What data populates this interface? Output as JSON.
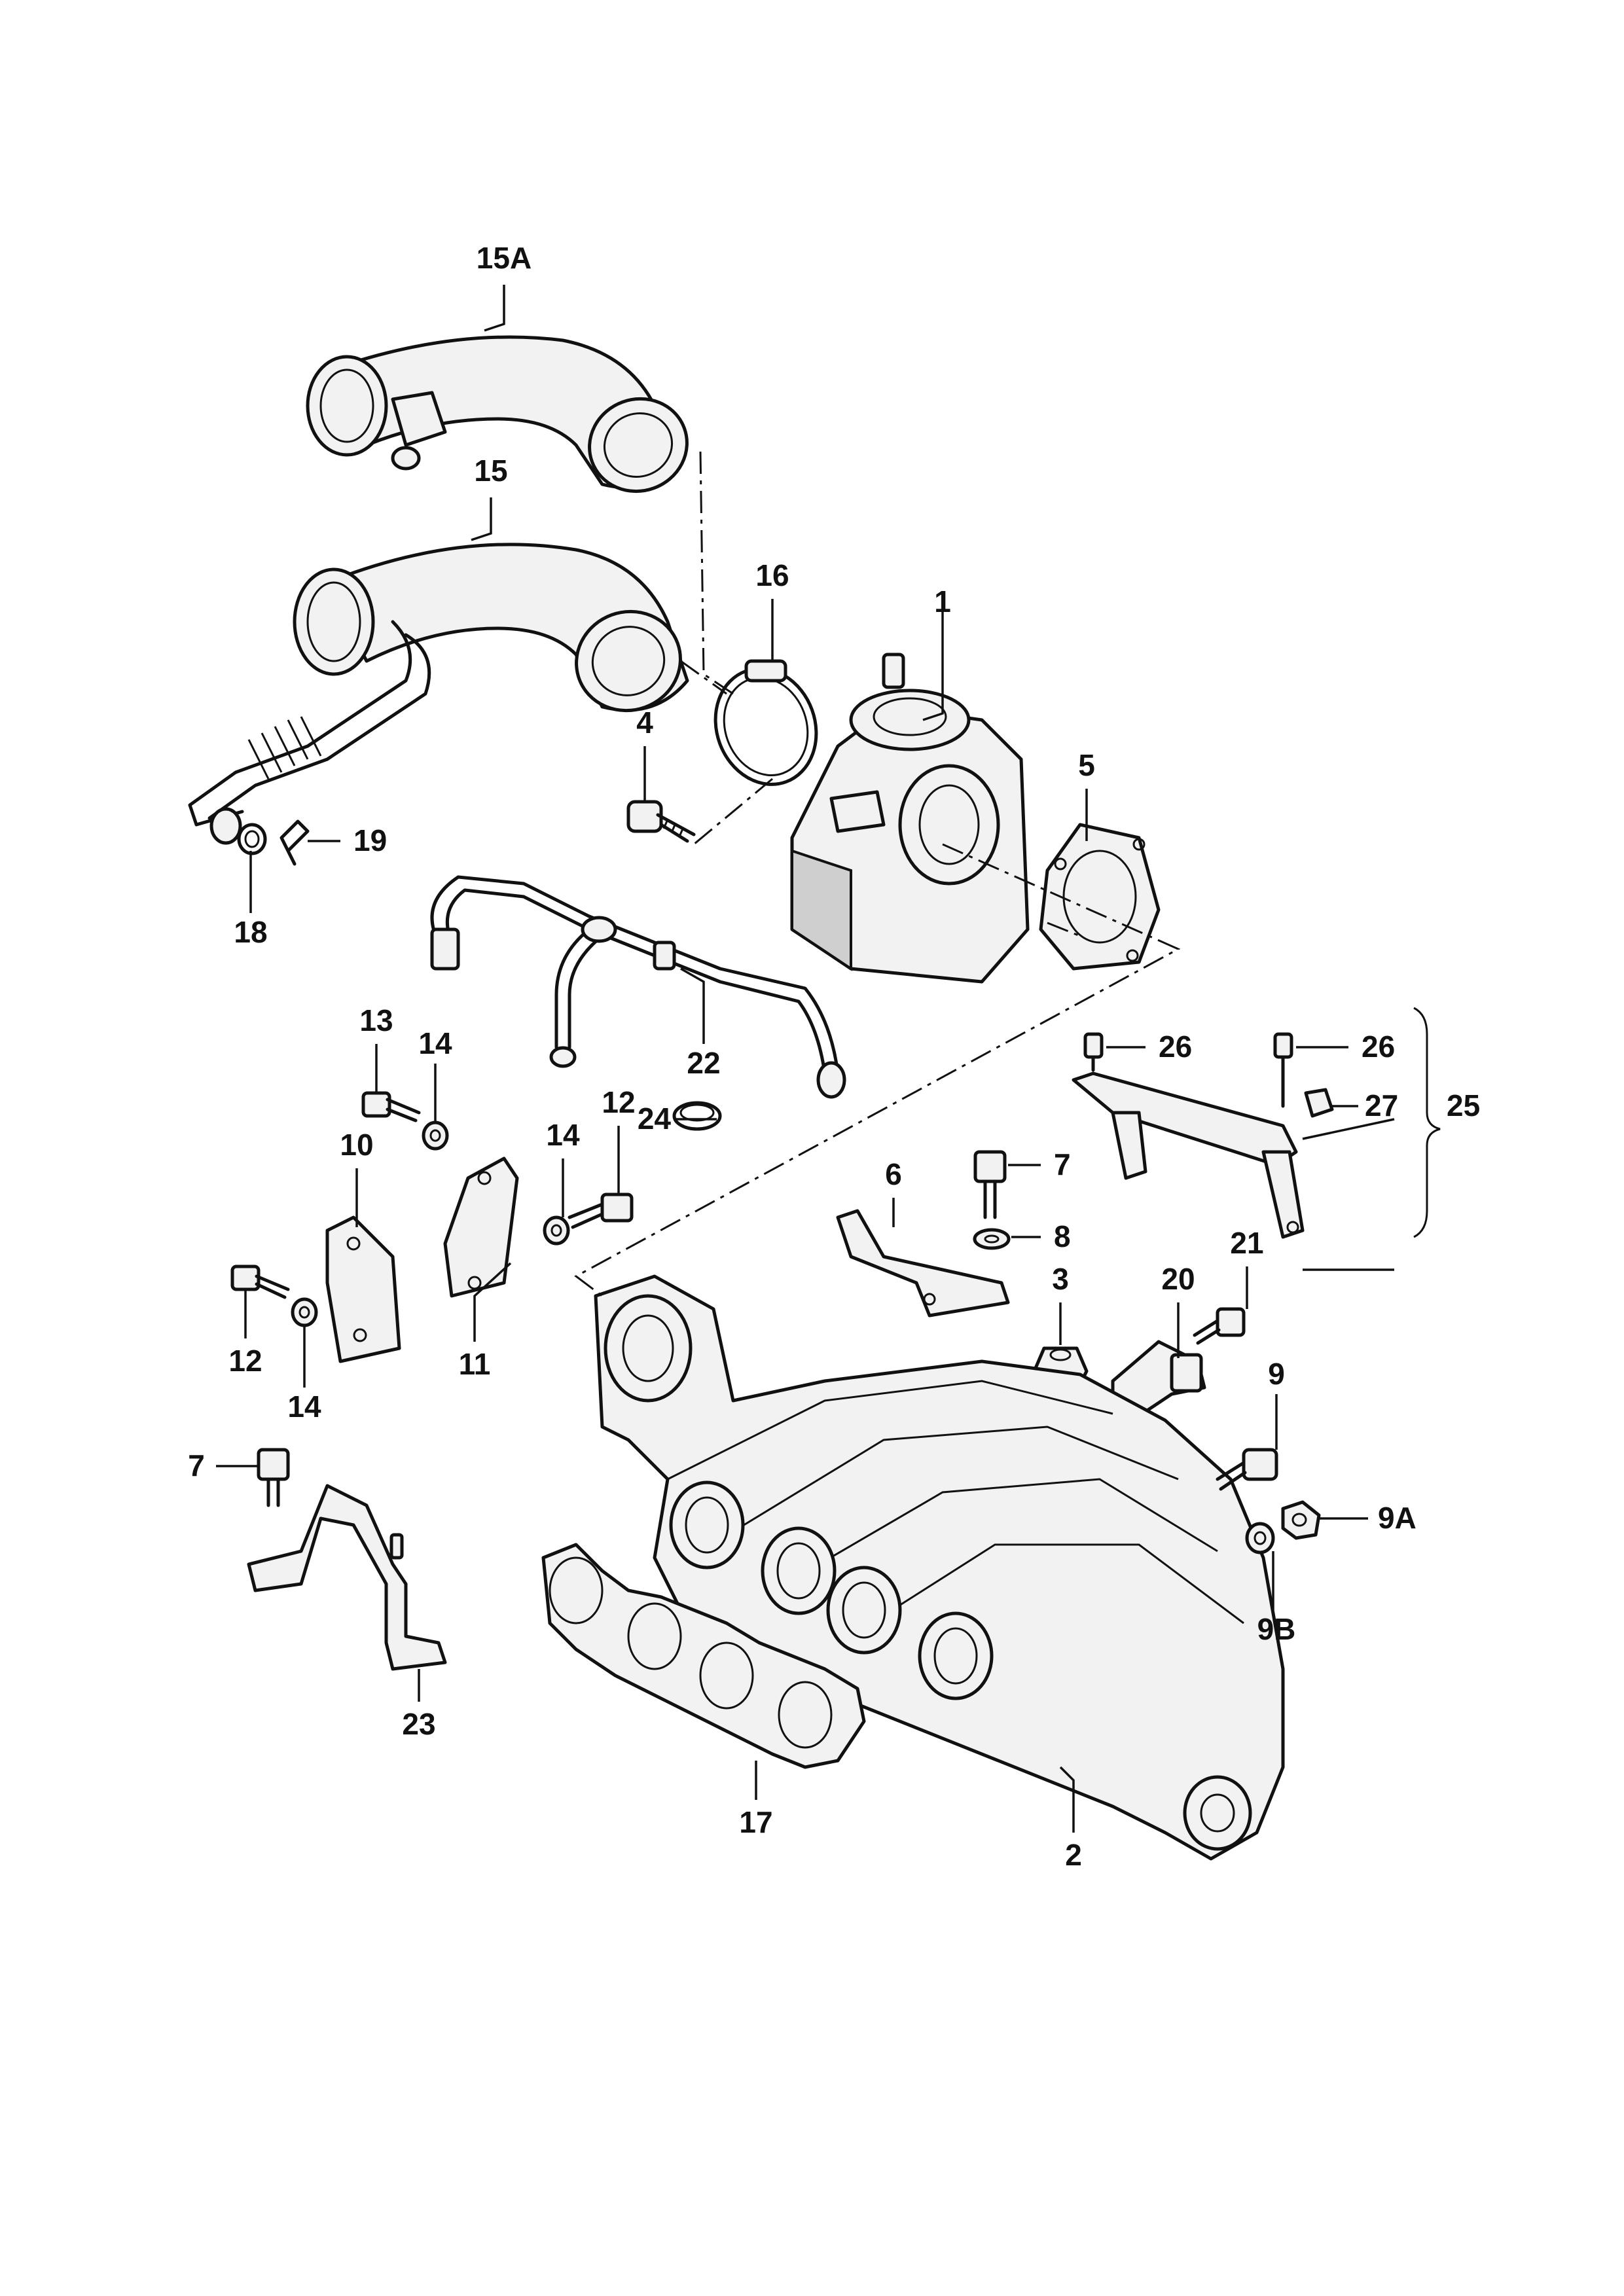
{
  "callouts": [
    {
      "id": "15A",
      "label": "15A"
    },
    {
      "id": "15",
      "label": "15"
    },
    {
      "id": "16",
      "label": "16"
    },
    {
      "id": "1",
      "label": "1"
    },
    {
      "id": "4",
      "label": "4"
    },
    {
      "id": "5",
      "label": "5"
    },
    {
      "id": "19",
      "label": "19"
    },
    {
      "id": "18",
      "label": "18"
    },
    {
      "id": "13",
      "label": "13"
    },
    {
      "id": "14a",
      "label": "14"
    },
    {
      "id": "22",
      "label": "22"
    },
    {
      "id": "26a",
      "label": "26"
    },
    {
      "id": "26b",
      "label": "26"
    },
    {
      "id": "27",
      "label": "27"
    },
    {
      "id": "25",
      "label": "25"
    },
    {
      "id": "24",
      "label": "24"
    },
    {
      "id": "12a",
      "label": "12"
    },
    {
      "id": "14b",
      "label": "14"
    },
    {
      "id": "10",
      "label": "10"
    },
    {
      "id": "7a",
      "label": "7"
    },
    {
      "id": "6",
      "label": "6"
    },
    {
      "id": "8",
      "label": "8"
    },
    {
      "id": "21",
      "label": "21"
    },
    {
      "id": "3",
      "label": "3"
    },
    {
      "id": "20",
      "label": "20"
    },
    {
      "id": "12b",
      "label": "12"
    },
    {
      "id": "14c",
      "label": "14"
    },
    {
      "id": "11",
      "label": "11"
    },
    {
      "id": "9",
      "label": "9"
    },
    {
      "id": "7b",
      "label": "7"
    },
    {
      "id": "9A",
      "label": "9A"
    },
    {
      "id": "9B",
      "label": "9B"
    },
    {
      "id": "23",
      "label": "23"
    },
    {
      "id": "17",
      "label": "17"
    },
    {
      "id": "2",
      "label": "2"
    }
  ]
}
